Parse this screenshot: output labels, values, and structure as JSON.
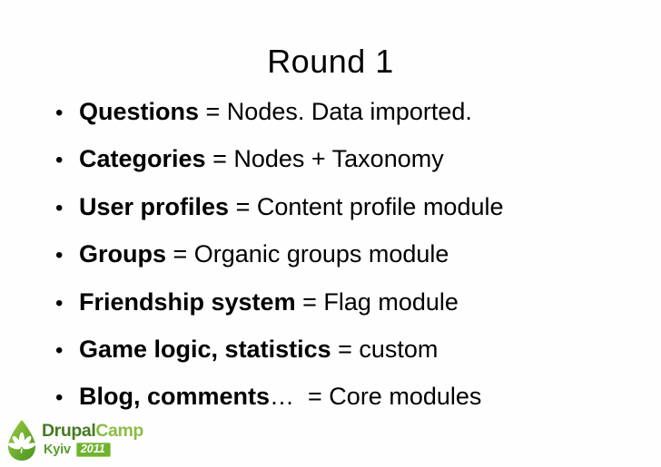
{
  "slide": {
    "title": "Round 1",
    "bullet_char": "•",
    "bullets": [
      {
        "bold": "Questions",
        "rest": " = Nodes. Data imported."
      },
      {
        "bold": "Categories",
        "rest": " = Nodes + Taxonomy"
      },
      {
        "bold": "User profiles",
        "rest": " = Content profile module"
      },
      {
        "bold": "Groups",
        "rest": " = Organic groups module"
      },
      {
        "bold": "Friendship system",
        "rest": " = Flag module"
      },
      {
        "bold": "Game logic, statistics",
        "rest": " = custom"
      },
      {
        "bold": "Blog, comments",
        "rest": "…  = Core modules"
      }
    ]
  },
  "logo": {
    "brand_primary": "Drupal",
    "brand_secondary": "Camp",
    "city": "Kyiv",
    "year": "2011",
    "icon": "droplet-chestnut-leaf-icon",
    "colors": {
      "brand_dark_green": "#457a21",
      "brand_light_green": "#8bbd44",
      "city_green": "#579b2e",
      "badge_bg": "#6fb32e",
      "badge_border": "#a4d16a",
      "badge_text": "#ffffff",
      "droplet_light": "#9ccb44",
      "droplet_dark": "#47951f",
      "leaf_white": "#ffffff"
    }
  }
}
